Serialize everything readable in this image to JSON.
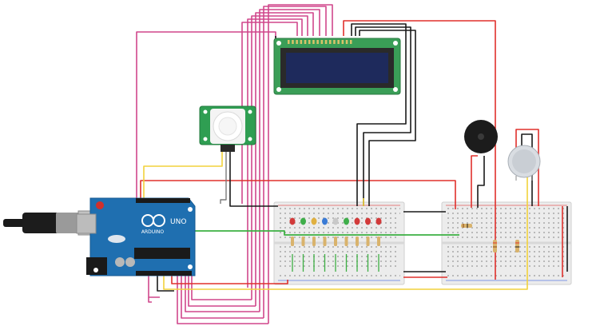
{
  "arduino": {
    "logo_text": "ARDUINO",
    "model_text": "UNO"
  },
  "colors": {
    "wire_magenta": "#d0478c",
    "wire_red": "#e0302c",
    "wire_black": "#1a1a1a",
    "wire_yellow": "#f2d23b",
    "wire_green": "#3cb043",
    "wire_grey": "#7a7a7a",
    "board_blue": "#1f6fb0",
    "pcb_green": "#2f9e52",
    "lcd_screen": "#1e2a5c"
  },
  "leds": [
    "#d23a3a",
    "#3fae4a",
    "#e0b040",
    "#3a7bd5",
    "#c8c8c8",
    "#3fae4a",
    "#d23a3a",
    "#d23a3a",
    "#d23a3a"
  ],
  "components": {
    "lcd": "lcd-16x2-module",
    "pir": "pir-motion-sensor",
    "buzzer": "piezo-buzzer",
    "gas": "gas-sensor",
    "breadboard_left": "breadboard",
    "breadboard_right": "breadboard",
    "usb": "usb-cable"
  }
}
